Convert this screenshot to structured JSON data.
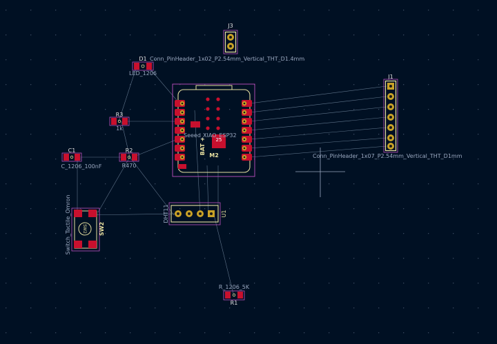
{
  "colors": {
    "background": "#001023",
    "grid_dot": "#3a4a60",
    "pad_red": "#c8102e",
    "pad_dark": "#8a0b1f",
    "pad_gold": "#c9a227",
    "hole": "#1a1a1a",
    "silkscreen": "#e8e0a0",
    "courtyard": "#c050c0",
    "ratsnest": "#8aa0b8",
    "ref_text": "#e0e0e0",
    "value_text": "#9aa8c0",
    "cursor": "#9aa8c0"
  },
  "footprints": {
    "j3": {
      "ref": "J3"
    },
    "d1": {
      "ref": "D1",
      "value": "LED_1206"
    },
    "j3_value": "Conn_PinHeader_1x02_P2.54mm_Vertical_THT_D1.4mm",
    "r3": {
      "ref": "R3",
      "value": "1k"
    },
    "c1": {
      "ref": "C1",
      "value": "C_1206_100nF"
    },
    "r2": {
      "ref": "R2",
      "value": "R470"
    },
    "m2": {
      "ref": "M2",
      "value": "XIAO_ESP32",
      "value_prefix": "Seeed_",
      "bat_label": "BAT +",
      "chip_label": "25"
    },
    "j1": {
      "ref": "J1",
      "value": "Conn_PinHeader_1x07_P2.54mm_Vertical_THT_D1mm"
    },
    "u1": {
      "ref": "U1",
      "value": "DHT11"
    },
    "sw2": {
      "ref": "SW2",
      "value": "Switch_Tactile_Omron",
      "inner": "SW2"
    },
    "r1": {
      "ref": "R1",
      "value": "R_1206_5K"
    }
  }
}
